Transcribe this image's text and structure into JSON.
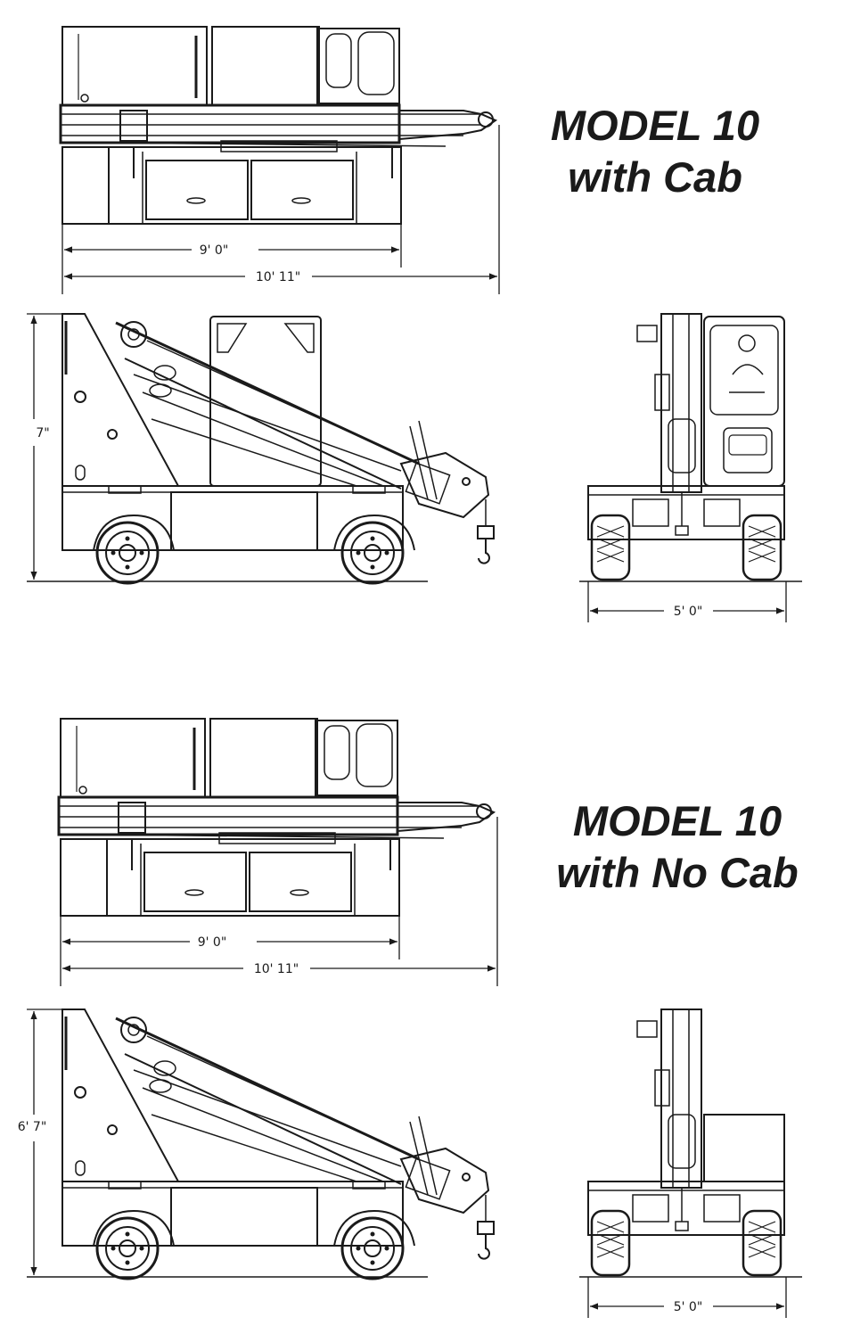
{
  "sections": [
    {
      "title_line1": "MODEL 10",
      "title_line2": "with Cab",
      "dims": {
        "top_inner": "9' 0\"",
        "top_overall": "10' 11\"",
        "side_height": "7\"",
        "front_width": "5' 0\""
      }
    },
    {
      "title_line1": "MODEL 10",
      "title_line2": "with No Cab",
      "dims": {
        "top_inner": "9' 0\"",
        "top_overall": "10' 11\"",
        "side_height": "6' 7\"",
        "front_width": "5' 0\""
      }
    }
  ],
  "colors": {
    "ink": "#1a1a1a",
    "paper": "#ffffff"
  }
}
